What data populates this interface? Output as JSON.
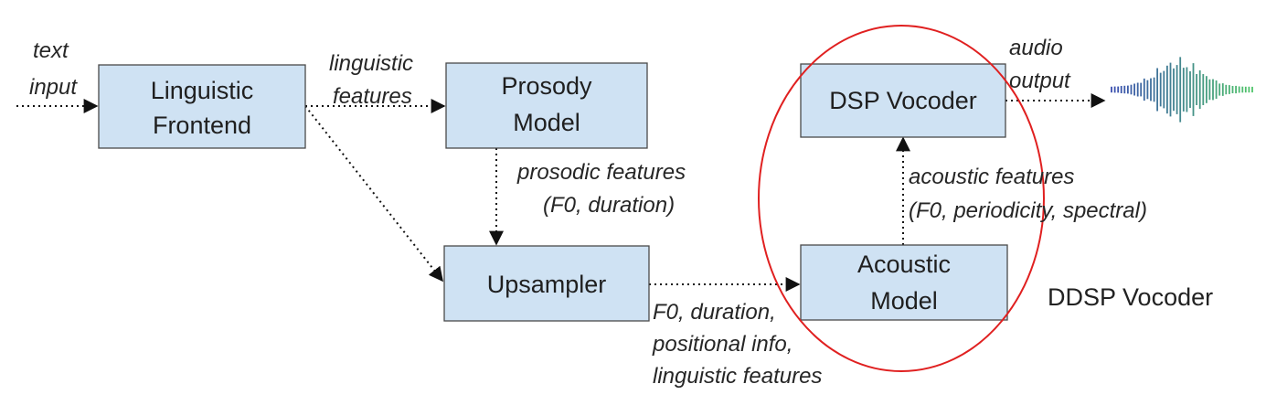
{
  "nodes": {
    "frontend": [
      "Linguistic",
      "Frontend"
    ],
    "prosody": [
      "Prosody",
      "Model"
    ],
    "upsampler": [
      "Upsampler"
    ],
    "acoustic": [
      "Acoustic",
      "Model"
    ],
    "vocoder": [
      "DSP Vocoder"
    ]
  },
  "labels": {
    "text_input": [
      "text",
      "input"
    ],
    "linguistic_features": [
      "linguistic",
      "features"
    ],
    "prosodic_features": [
      "prosodic features",
      "(F0, duration)"
    ],
    "upsampled_features": [
      "F0, duration,",
      "positional info,",
      "linguistic features"
    ],
    "acoustic_features": [
      "acoustic features",
      "(F0, periodicity, spectral)"
    ],
    "audio_output": [
      "audio",
      "output"
    ]
  },
  "group_label": "DDSP Vocoder",
  "colors": {
    "box_fill": "#cfe2f3",
    "box_border": "#4a4a4a",
    "highlight_ellipse": "#e02020",
    "waveform_start": "#3a4fb0",
    "waveform_end": "#4fc46a"
  },
  "icons": [
    "audio-waveform-icon"
  ]
}
